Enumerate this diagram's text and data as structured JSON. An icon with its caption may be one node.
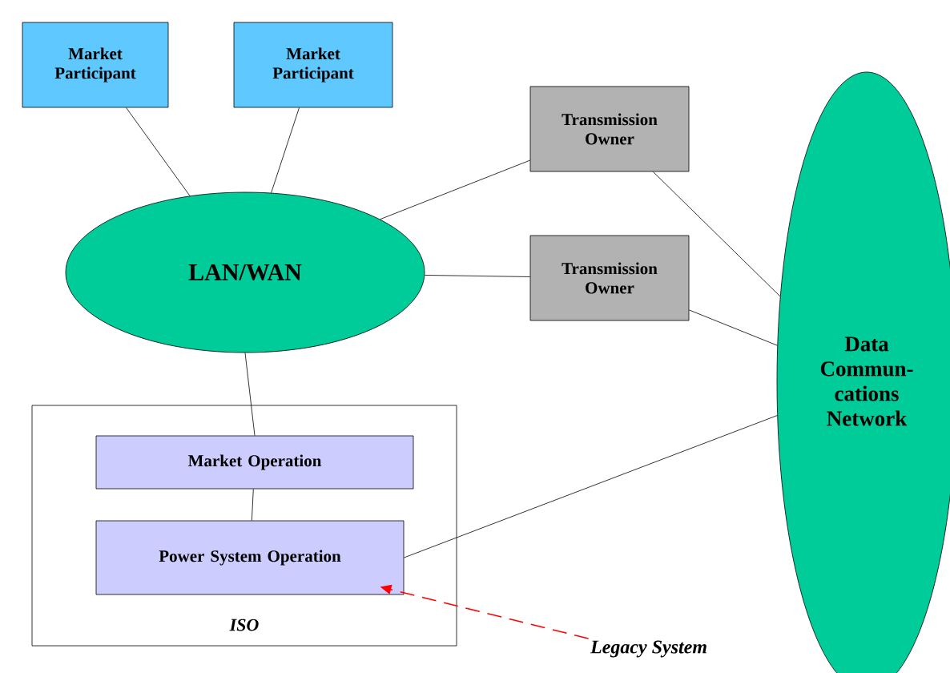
{
  "diagram": {
    "nodes": [
      {
        "text": [
          "Market Participant"
        ]
      },
      {
        "text": [
          "Market Participant"
        ]
      },
      {
        "text": [
          "LAN/WAN"
        ]
      },
      {
        "text": [
          "Transmission Owner"
        ]
      },
      {
        "text": [
          "Transmission Owner"
        ]
      },
      {
        "text": [
          "Data Commun-cations Network"
        ]
      },
      {
        "text": [
          "ISO"
        ]
      },
      {
        "text": [
          "Market Operation"
        ],
        "in": 6
      },
      {
        "text": [
          "Power System Operation"
        ],
        "in": 6
      },
      {
        "text": [
          "Legacy System"
        ]
      }
    ],
    "edges": [
      {
        "from": 0,
        "to": 2,
        "arrow": "none"
      },
      {
        "from": 1,
        "to": 2,
        "arrow": "none"
      },
      {
        "from": 2,
        "to": 3,
        "arrow": "none"
      },
      {
        "from": 2,
        "to": 4,
        "arrow": "none"
      },
      {
        "from": 3,
        "to": 5,
        "arrow": "none"
      },
      {
        "from": 4,
        "to": 5,
        "arrow": "none"
      },
      {
        "from": 2,
        "to": 7,
        "arrow": "none"
      },
      {
        "from": 7,
        "to": 8,
        "arrow": "none"
      },
      {
        "from": 8,
        "to": 5,
        "arrow": "none"
      },
      {
        "from": 9,
        "to": 8,
        "arrow": "to",
        "style": "dashed",
        "color": "#ff0000"
      }
    ]
  }
}
